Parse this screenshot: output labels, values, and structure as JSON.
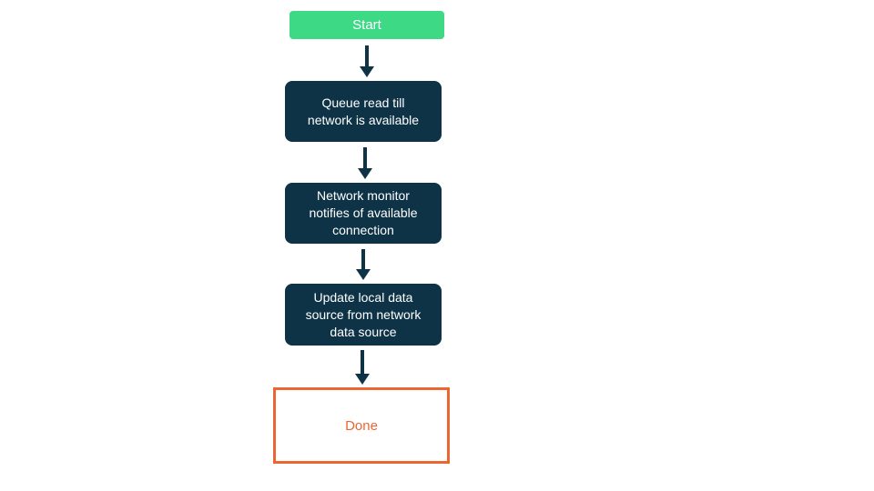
{
  "flow": {
    "nodes": [
      {
        "id": "start",
        "type": "start",
        "label": "Start"
      },
      {
        "id": "queue",
        "type": "process",
        "label": "Queue read till\nnetwork is available"
      },
      {
        "id": "monitor",
        "type": "process",
        "label": "Network monitor\nnotifies of available\nconnection"
      },
      {
        "id": "update",
        "type": "process",
        "label": "Update local data\nsource from network\ndata source"
      },
      {
        "id": "done",
        "type": "terminal",
        "label": "Done"
      }
    ],
    "edges": [
      {
        "from": "start",
        "to": "queue",
        "direction": "down"
      },
      {
        "from": "queue",
        "to": "monitor",
        "direction": "down"
      },
      {
        "from": "monitor",
        "to": "update",
        "direction": "down"
      },
      {
        "from": "update",
        "to": "done",
        "direction": "down"
      }
    ],
    "colors": {
      "start_bg": "#3dd985",
      "start_text": "#ffffff",
      "process_bg": "#0e3347",
      "process_text": "#ffffff",
      "done_border": "#ec6632",
      "done_text": "#ec6632",
      "arrow": "#0e3347",
      "background": "#ffffff"
    }
  }
}
